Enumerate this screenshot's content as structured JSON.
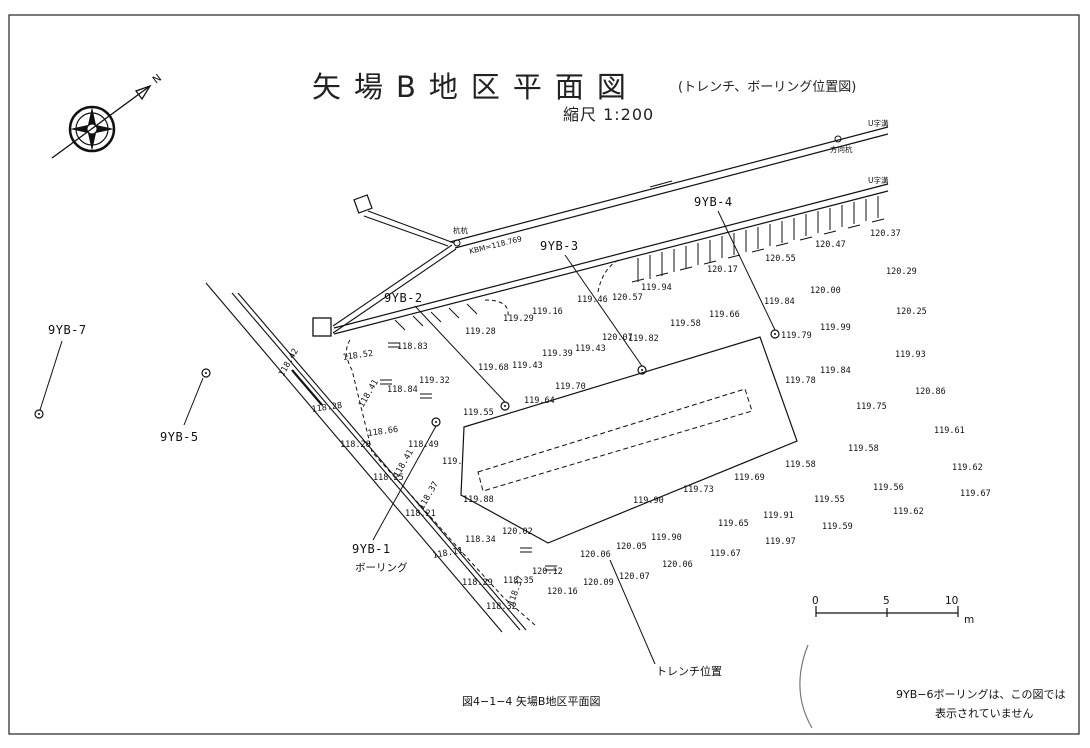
{
  "title": "矢場B地区平面図",
  "subtitle": "(トレンチ、ボーリング位置図)",
  "scale_text": "縮尺 1:200",
  "north_label": "N",
  "ditch_labels": [
    "U字溝",
    "U字溝"
  ],
  "direction_stake": "方向杭",
  "kbm_marker": "杭杭",
  "kbm_text": "KBM=118.769",
  "borings": [
    {
      "id": "9YB-1",
      "note": "ボーリング"
    },
    {
      "id": "9YB-2"
    },
    {
      "id": "9YB-3"
    },
    {
      "id": "9YB-4"
    },
    {
      "id": "9YB-5"
    },
    {
      "id": "9YB-7"
    }
  ],
  "elevations": [
    "118.52",
    "118.83",
    "118.42",
    "118.84",
    "118.41",
    "118.28",
    "118.66",
    "118.28",
    "118.49",
    "118.41",
    "118.25",
    "118.37",
    "118.21",
    "118.34",
    "118.11",
    "118.29",
    "118.35",
    "118.32",
    "118.37",
    "119.28",
    "119.29",
    "119.16",
    "119.46",
    "120.57",
    "119.94",
    "120.17",
    "120.55",
    "120.47",
    "120.37",
    "119.68",
    "119.43",
    "119.39",
    "119.43",
    "120.07",
    "119.82",
    "119.58",
    "119.66",
    "119.84",
    "120.00",
    "120.29",
    "120.25",
    "119.79",
    "119.99",
    "119.32",
    "119.55",
    "119.64",
    "119.70",
    "119.78",
    "119.84",
    "119.93",
    "119.75",
    "120.86",
    "119.61",
    "119.58",
    "119.58",
    "119.62",
    "119.69",
    "119.73",
    "119.90",
    "119.88",
    "119.56",
    "119.67",
    "119.55",
    "119.91",
    "119.65",
    "119.62",
    "120.02",
    "119.90",
    "120.05",
    "120.06",
    "119.59",
    "119.97",
    "119.67",
    "120.06",
    "120.12",
    "120.16",
    "120.09",
    "120.07",
    "119."
  ],
  "scale_bar": {
    "ticks": [
      "0",
      "5",
      "10"
    ],
    "unit": "m"
  },
  "trench_label": "トレンチ位置",
  "figure_caption": "図4−1−4 矢場B地区平面図",
  "note_line1": "9YB−6ボーリングは、この図では",
  "note_line2": "表示されていません"
}
